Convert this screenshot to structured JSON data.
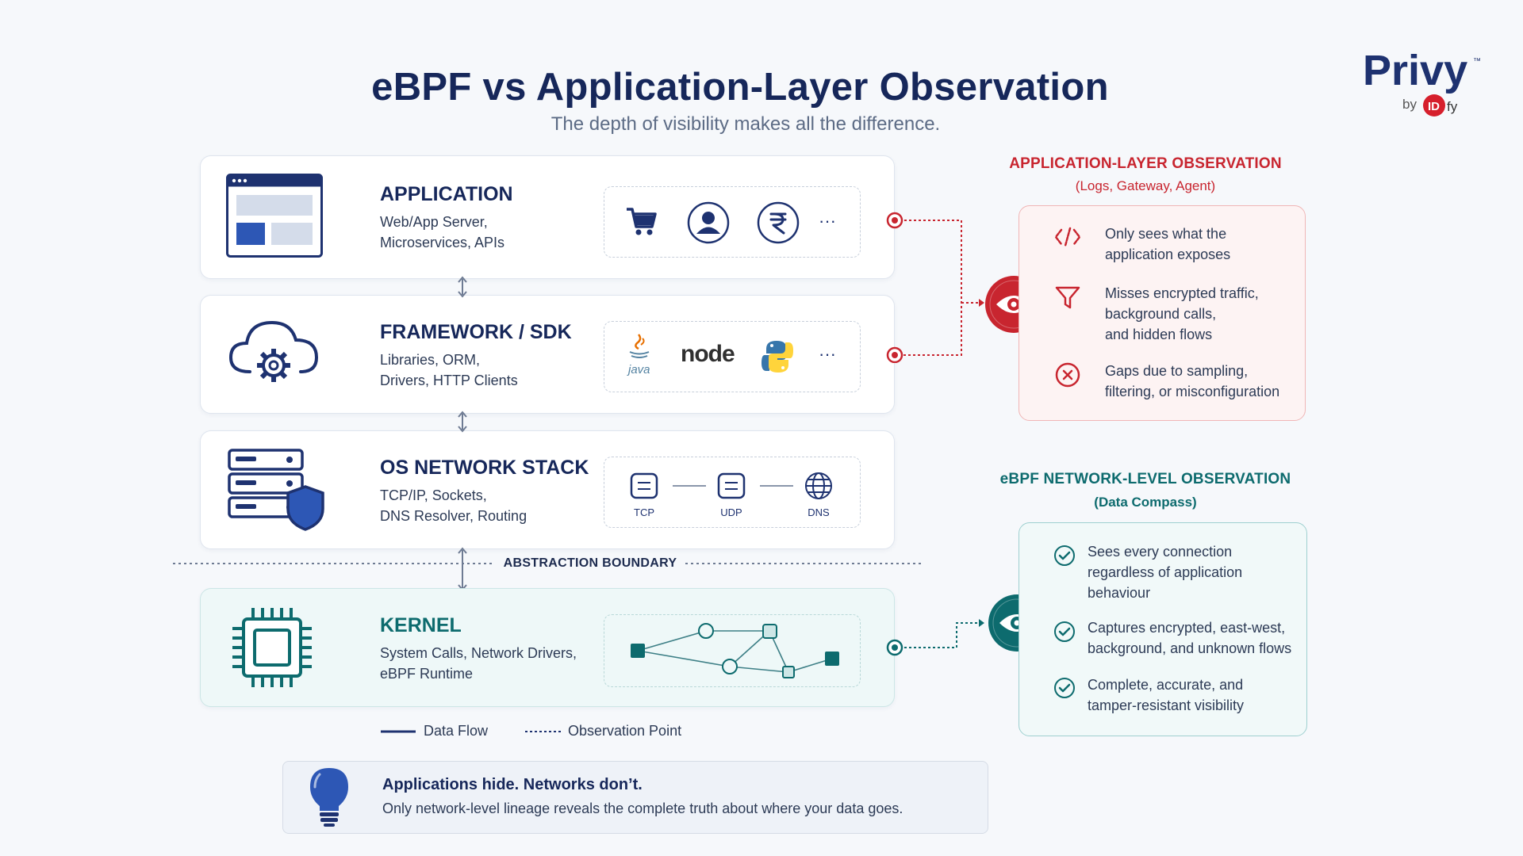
{
  "header": {
    "title": "eBPF vs Application-Layer Observation",
    "subtitle": "The depth of visibility makes all the difference."
  },
  "brand": {
    "name": "Privy",
    "tm": "™",
    "by": "by",
    "logo_text": "IDfy"
  },
  "layers": [
    {
      "title": "APPLICATION",
      "desc1": "Web/App Server,",
      "desc2": "Microservices, APIs",
      "icons": [
        "cart-icon",
        "user-icon",
        "rupee-icon"
      ],
      "more": "···"
    },
    {
      "title": "FRAMEWORK / SDK",
      "desc1": "Libraries, ORM,",
      "desc2": "Drivers, HTTP Clients",
      "icons": [
        "java-icon",
        "nodejs-icon",
        "python-icon"
      ],
      "java_label": "java",
      "node_label": "node",
      "more": "···"
    },
    {
      "title": "OS NETWORK STACK",
      "desc1": "TCP/IP, Sockets,",
      "desc2": "DNS Resolver, Routing",
      "protocols": [
        "TCP",
        "UDP",
        "DNS"
      ]
    },
    {
      "title": "KERNEL",
      "desc1": "System Calls, Network Drivers,",
      "desc2": "eBPF Runtime"
    }
  ],
  "boundary": "ABSTRACTION BOUNDARY",
  "legend": {
    "data_flow": "Data Flow",
    "observation_point": "Observation Point"
  },
  "app_observation": {
    "title": "APPLICATION-LAYER OBSERVATION",
    "subtitle": "(Logs, Gateway, Agent)",
    "items": [
      {
        "icon": "code-icon",
        "line1": "Only sees what the",
        "line2": "application exposes"
      },
      {
        "icon": "filter-icon",
        "line1": "Misses encrypted traffic,",
        "line2": "background calls,",
        "line3": "and hidden flows"
      },
      {
        "icon": "x-circle-icon",
        "line1": "Gaps due to sampling,",
        "line2": "filtering, or misconfiguration"
      }
    ]
  },
  "ebpf_observation": {
    "title": "eBPF NETWORK-LEVEL OBSERVATION",
    "subtitle": "(Data Compass)",
    "items": [
      {
        "icon": "check-circle-icon",
        "line1": "Sees every connection",
        "line2": "regardless of application",
        "line3": "behaviour"
      },
      {
        "icon": "check-circle-icon",
        "line1": "Captures encrypted, east-west,",
        "line2": "background, and unknown flows"
      },
      {
        "icon": "check-circle-icon",
        "line1": "Complete, accurate, and",
        "line2": "tamper-resistant visibility"
      }
    ]
  },
  "insight": {
    "heading": "Applications hide. Networks don’t.",
    "body": "Only network-level lineage reveals the complete truth about where your data goes."
  },
  "colors": {
    "navy": "#16275a",
    "red": "#c8252f",
    "teal": "#0d6b6e"
  }
}
